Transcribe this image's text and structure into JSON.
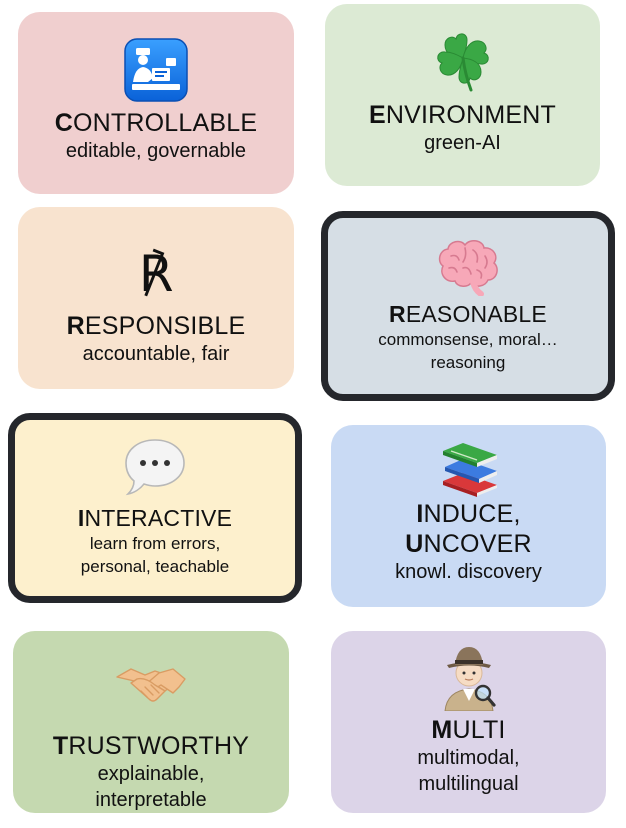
{
  "cards": {
    "controllable": {
      "title_initial": "C",
      "title_rest": "ONTROLLABLE",
      "subtitle": "editable, governable",
      "icon": "customs-officer-icon",
      "bg": "#f0cfcf"
    },
    "environment": {
      "title_initial": "E",
      "title_rest": "NVIRONMENT",
      "subtitle": "green-AI",
      "icon": "four-leaf-clover-icon",
      "bg": "#dcead4"
    },
    "responsible": {
      "title_initial": "R",
      "title_rest": "ESPONSIBLE",
      "subtitle": "accountable, fair",
      "icon_glyph": "℟",
      "icon": "response-symbol-icon",
      "bg": "#f8e3cf"
    },
    "reasonable": {
      "title_initial": "R",
      "title_rest": "EASONABLE",
      "subtitle_line1": "commonsense, moral…",
      "subtitle_line2": "reasoning",
      "icon": "brain-icon",
      "bg": "#d6dee5",
      "outlined": true
    },
    "interactive": {
      "title_initial": "I",
      "title_rest": "NTERACTIVE",
      "subtitle_line1": "learn from errors,",
      "subtitle_line2": "personal, teachable",
      "icon": "speech-bubble-icon",
      "bg": "#fdf0cd",
      "outlined": true
    },
    "induce": {
      "title1_initial": "I",
      "title1_rest": "NDUCE,",
      "title2_initial": "U",
      "title2_rest": "NCOVER",
      "subtitle": "knowl. discovery",
      "icon": "books-icon",
      "bg": "#c9daf4"
    },
    "trustworthy": {
      "title_initial": "T",
      "title_rest": "RUSTWORTHY",
      "subtitle_line1": "explainable,",
      "subtitle_line2": "interpretable",
      "icon": "handshake-icon",
      "bg": "#c5d9b0"
    },
    "multi": {
      "title_initial": "M",
      "title_rest": "ULTI",
      "subtitle_line1": "multimodal,",
      "subtitle_line2": "multilingual",
      "icon": "detective-icon",
      "bg": "#dcd4e8"
    }
  },
  "colors": {
    "outline": "#25272c",
    "text": "#111111"
  }
}
